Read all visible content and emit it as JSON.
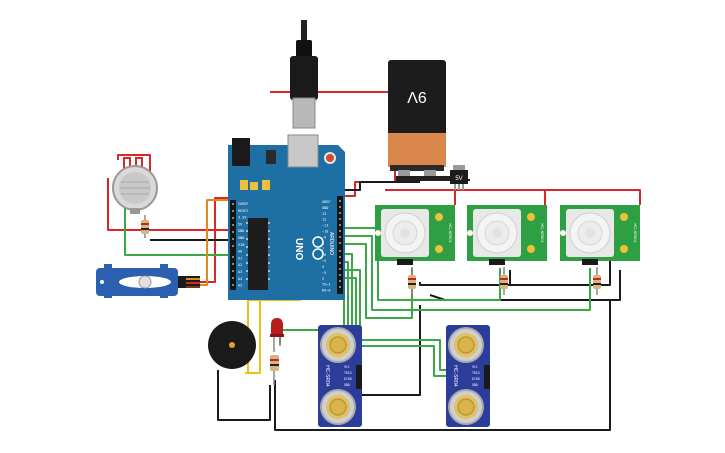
{
  "battery": {
    "label": "9V"
  },
  "regulator": {
    "label": "5V"
  },
  "arduino": {
    "brand": "ARDUINO",
    "model": "UNO",
    "left_pins": [
      "IOREF",
      "RESET",
      "3.3V",
      "5V",
      "GND",
      "GND",
      "VIN",
      "A0",
      "A1",
      "A2",
      "A3",
      "A4",
      "A5"
    ],
    "right_pins": [
      "AREF",
      "GND",
      "13",
      "12",
      "~11",
      "~10",
      "~9",
      "8",
      "7",
      "~6",
      "~5",
      "4",
      "~3",
      "2",
      "TX→1",
      "RX←0"
    ]
  },
  "pir_sensors": [
    {
      "label": "HC-SR501"
    },
    {
      "label": "HC-SR501"
    },
    {
      "label": "HC-SR501"
    }
  ],
  "ultrasonic_sensors": [
    {
      "label": "HC-SR04",
      "pins": [
        "VCC",
        "TRIG",
        "ECHO",
        "GND"
      ]
    },
    {
      "label": "HC-SR04",
      "pins": [
        "VCC",
        "TRIG",
        "ECHO",
        "GND"
      ]
    }
  ],
  "colors": {
    "board": "#1e6fa3",
    "wire_red": "#d62828",
    "wire_black": "#1a1a1a",
    "wire_green": "#3aa845",
    "wire_yellow": "#e8c21a",
    "wire_orange": "#e08a1e",
    "pcb_green": "#2ea043",
    "sensor_blue": "#2b3c9a"
  }
}
